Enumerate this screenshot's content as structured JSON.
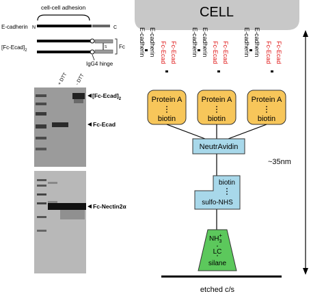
{
  "left_panel": {
    "schematic": {
      "bracket_label": "cell-cell adhesion",
      "row1_label": "E-cadherin",
      "n_terminus": "N",
      "c_terminus": "C",
      "row2_label": "[Fc-Ecad]",
      "row2_subscript": "2",
      "fc_label": "Fc",
      "disulfide_symbol": "S",
      "hinge_label": "IgG4 hinge"
    },
    "gel_top": {
      "lane_labels": [
        "+ DTT",
        "- DTT"
      ],
      "dimer_label": "[Fc-Ecad]",
      "dimer_subscript": "2",
      "monomer_label": "Fc-Ecad"
    },
    "gel_bottom": {
      "band_label": "Fc-Nectin2α"
    }
  },
  "right_panel": {
    "cell_label": "CELL",
    "ecadherin_label": "E-cadherin",
    "fc_ecad_label": "Fc-Ecad",
    "protein_a_label": "Protein A",
    "biotin_label": "biotin",
    "neutravidin_label": "NeutrAvidin",
    "sulfo_biotin_label": "biotin",
    "sulfo_nhs_label": "sulfo-NHS",
    "nh3_label": "NH",
    "nh3_subscript": "3",
    "nh3_superscript": "+",
    "lc_label": "LC",
    "silane_label": "silane",
    "substrate_label": "etched c/s",
    "distance_label": "~35nm"
  },
  "colors": {
    "cell_gray": "#c8c8c8",
    "protein_a_orange": "#f7c65a",
    "neutravidin_blue": "#a8d8ea",
    "linker_blue": "#a8d8ea",
    "silane_green": "#5cc85c",
    "fc_red": "#e01818",
    "gel_gray": "#8a8a8a"
  }
}
